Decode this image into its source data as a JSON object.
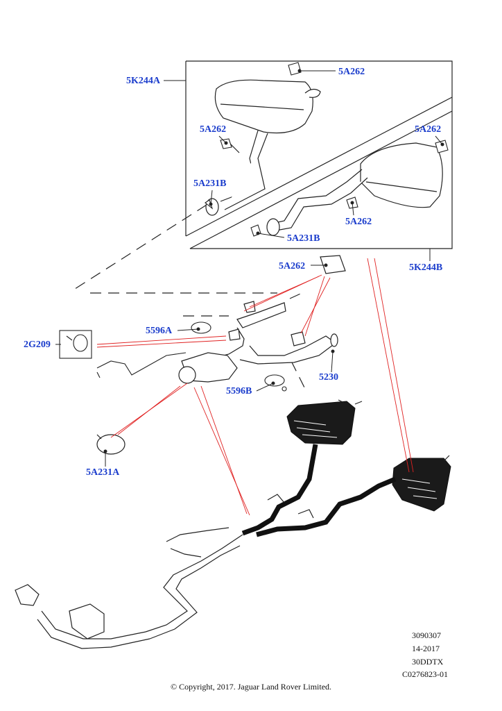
{
  "callouts": {
    "kit_a": "5K244A",
    "kit_b": "5K244B",
    "bracket_1": "5A262",
    "bracket_2": "5A262",
    "bracket_3": "5A262",
    "bracket_4": "5A262",
    "bracket_5": "5A262",
    "clamp_b_1": "5A231B",
    "clamp_b_2": "5A231B",
    "clamp_a": "5A231A",
    "sensor": "2G209",
    "heatshield_a": "5596A",
    "heatshield_b": "5596B",
    "pipe": "5230"
  },
  "footer": {
    "code_1": "3090307",
    "code_2": "14-2017",
    "code_3": "30DDTX",
    "code_4": "C0276823-01",
    "copyright": "© Copyright, 2017. Jaguar Land Rover Limited."
  },
  "colors": {
    "callout_text": "#1a3ccc",
    "leader_red": "#e02020",
    "line_art": "#222222",
    "filled_part": "#1a1a1a"
  }
}
